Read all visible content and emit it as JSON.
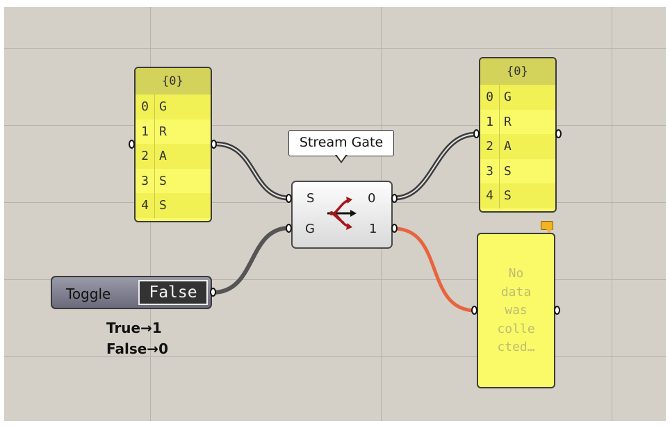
{
  "input_panel": {
    "header": "{0}",
    "rows": [
      {
        "index": "0",
        "value": "G"
      },
      {
        "index": "1",
        "value": "R"
      },
      {
        "index": "2",
        "value": "A"
      },
      {
        "index": "3",
        "value": "S"
      },
      {
        "index": "4",
        "value": "S"
      }
    ]
  },
  "output_panel": {
    "header": "{0}",
    "rows": [
      {
        "index": "0",
        "value": "G"
      },
      {
        "index": "1",
        "value": "R"
      },
      {
        "index": "2",
        "value": "A"
      },
      {
        "index": "3",
        "value": "S"
      },
      {
        "index": "4",
        "value": "S"
      }
    ]
  },
  "stream_gate": {
    "tooltip": "Stream Gate",
    "input_stream": "S",
    "input_gate": "G",
    "output_0": "0",
    "output_1": "1",
    "icon": "stream-gate-icon"
  },
  "toggle": {
    "label": "Toggle",
    "value": "False"
  },
  "note": {
    "line1": "True→1",
    "line2": "False→0"
  },
  "empty_panel": {
    "message": "No\ndata\nwas\ncolle\ncted…"
  },
  "colors": {
    "canvas": "#d4d0c8",
    "panel": "#fafa68",
    "active_wire": "#e8633f",
    "wire": "#555555"
  }
}
